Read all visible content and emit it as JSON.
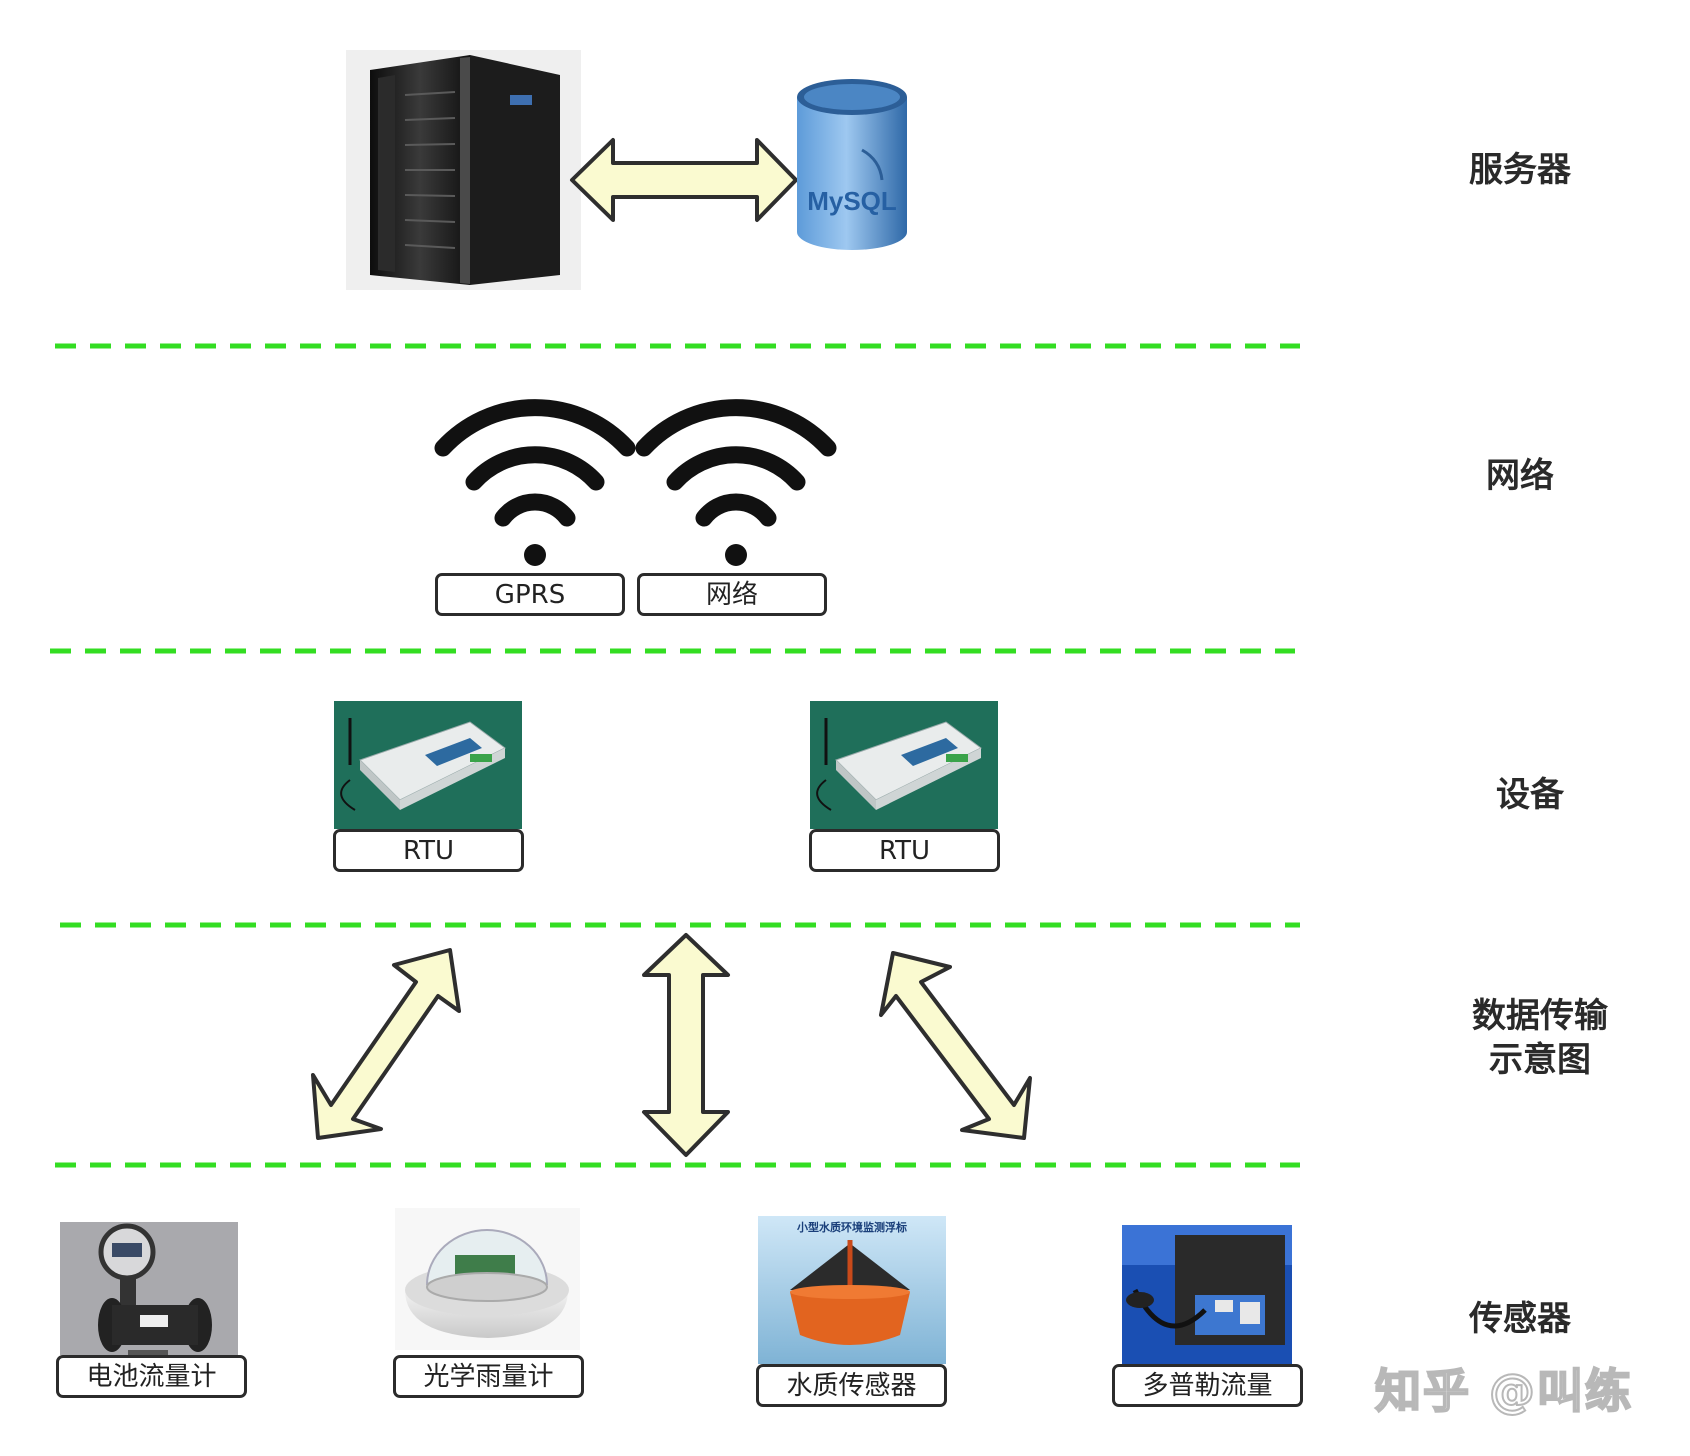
{
  "layers": {
    "server": "服务器",
    "network": "网络",
    "device": "设备",
    "transfer": "数据传输\n示意图",
    "sensor": "传感器"
  },
  "database": {
    "logo_text": "MySQL"
  },
  "network_labels": {
    "gprs": "GPRS",
    "net": "网络"
  },
  "devices": {
    "rtu_left": "RTU",
    "rtu_right": "RTU"
  },
  "sensors": {
    "s1": "电池流量计",
    "s2": "光学雨量计",
    "s3": "水质传感器",
    "s4": "多普勒流量"
  },
  "buoy_caption": "小型水质环境监测浮标",
  "watermark": "知乎 @叫练",
  "colors": {
    "divider": "#33dd22",
    "arrow_fill": "#fafad0",
    "arrow_stroke": "#2e2e2e",
    "db_blue": "#3a7fc4",
    "rtu_bg": "#1f6f5a"
  }
}
